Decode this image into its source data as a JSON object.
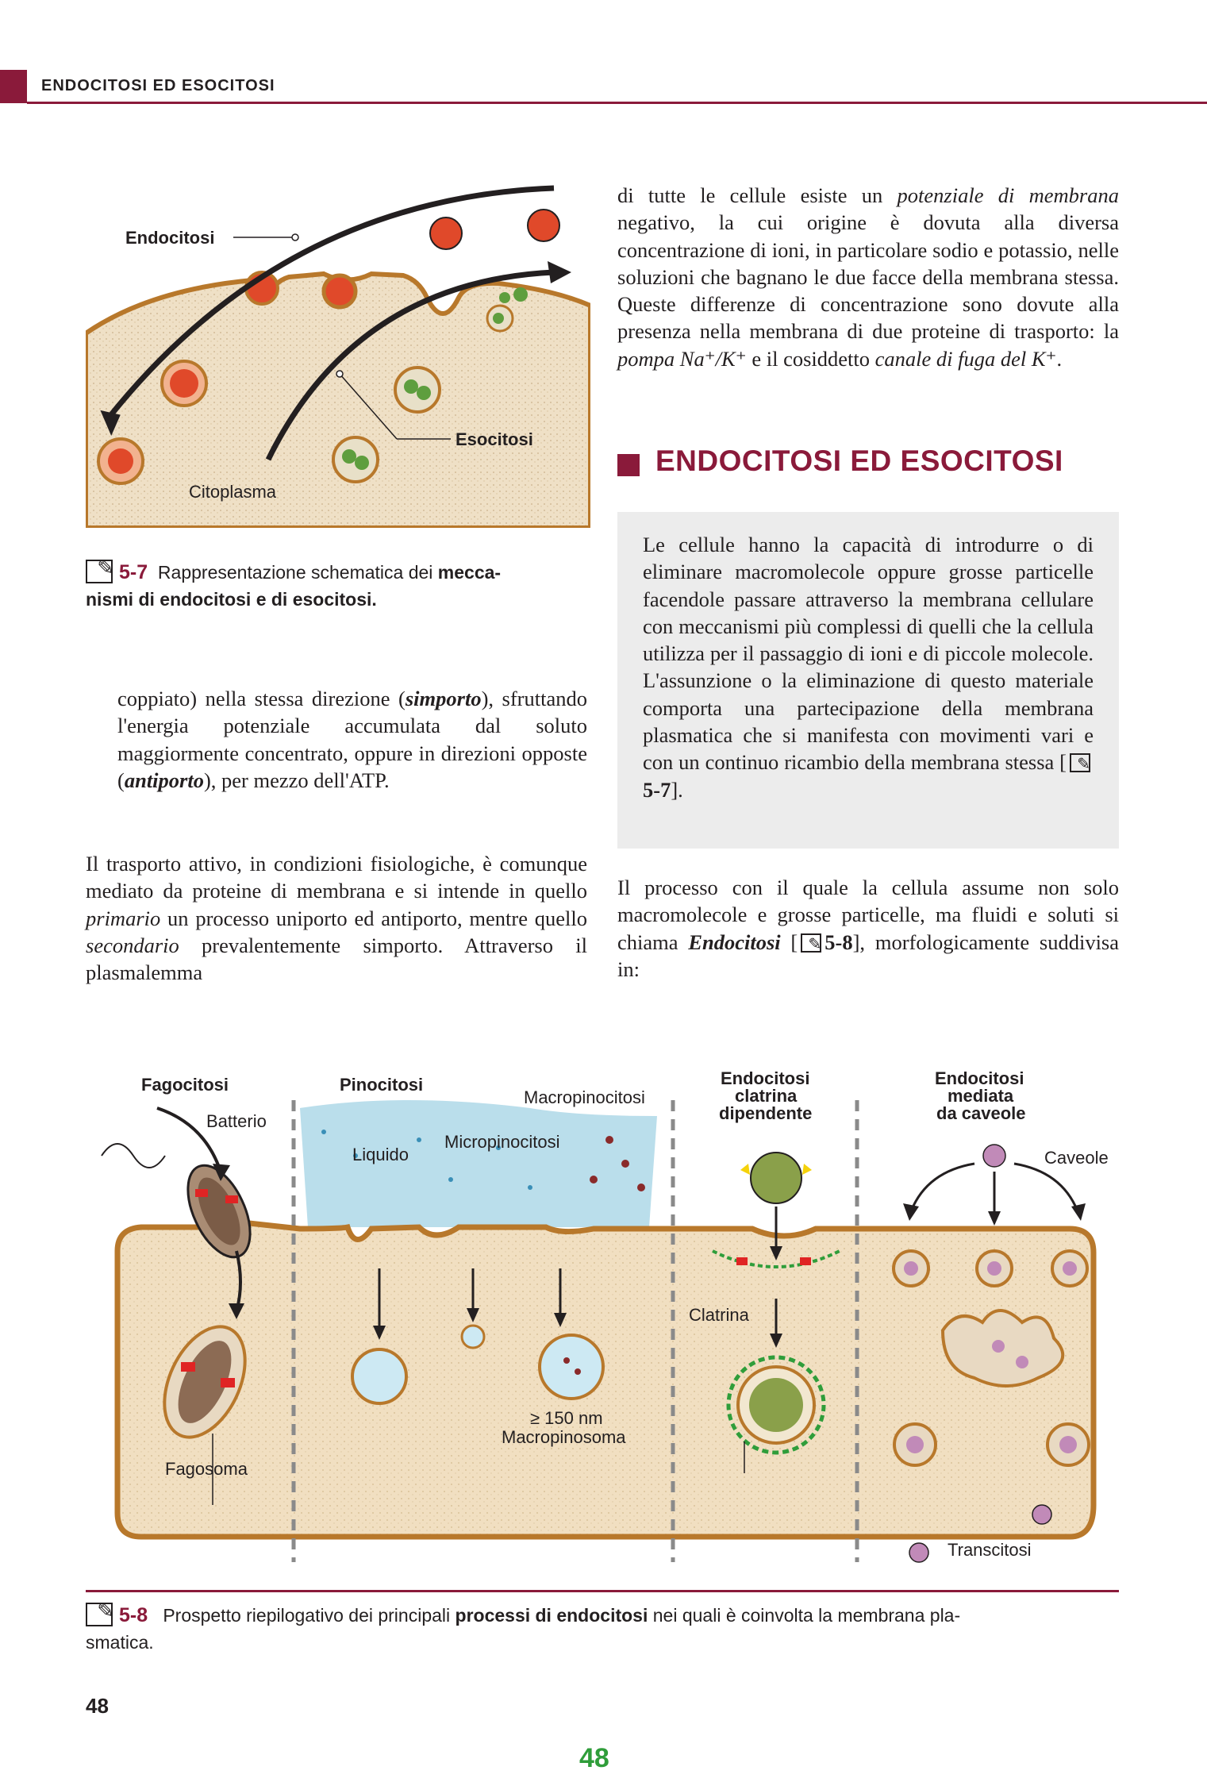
{
  "header": {
    "running_title": "ENDOCITOSI ED ESOCITOSI"
  },
  "figure_5_7": {
    "labels": {
      "endocitosi": "Endocitosi",
      "esocitosi": "Esocitosi",
      "citoplasma": "Citoplasma"
    },
    "caption": {
      "number": "5-7",
      "text_normal": "Rappresentazione schematica dei ",
      "text_bold_1": "mecca-",
      "text_bold_2": "nismi di endocitosi e di esocitosi."
    }
  },
  "left_column": {
    "indent_para": {
      "t1": "coppiato) nella stessa direzione (",
      "b1": "simporto",
      "t2": "), sfruttando l'energia potenziale accumulata dal soluto maggiormente concentrato, oppure in direzioni opposte (",
      "b2": "antiporto",
      "t3": "), per mezzo dell'ATP."
    },
    "para2": {
      "t1": "Il trasporto attivo, in condizioni fisiologiche, è comunque mediato da proteine di membrana e si intende in quello ",
      "i1": "primario",
      "t2": " un processo uniporto ed antiporto, mentre quello ",
      "i2": "secondario",
      "t3": " prevalentemente simporto. Attraverso il plasmalemma"
    }
  },
  "right_column": {
    "para1": {
      "t1": "di tutte le cellule esiste un ",
      "i1": "potenziale di membrana",
      "t2": " negativo, la cui origine è dovuta alla diversa concentrazione di ioni, in particolare sodio e potassio, nelle soluzioni che bagnano le due facce della membrana stessa. Queste differenze di concentrazione sono dovute alla presenza nella membrana di due proteine di trasporto: la ",
      "i2": "pompa Na⁺/K⁺",
      "t3": " e il cosiddetto ",
      "i3": "canale di fuga del K⁺",
      "t4": "."
    },
    "section_title": "ENDOCITOSI ED ESOCITOSI",
    "box_text": "Le cellule hanno la capacità di introdurre o di eliminare macromolecole oppure grosse particelle facendole passare attraverso la membrana cellulare con meccanismi più complessi di quelli che la cellula utilizza per il passaggio di ioni e di piccole molecole. L'assunzione o la eliminazione di questo materiale comporta una partecipazione della membrana plasmatica che si manifesta con movimenti vari e con un continuo ricambio della membrana stessa [",
    "box_ref": "5-7",
    "box_end": "].",
    "para2": {
      "t1": "Il processo con il quale la cellula assume non solo macromolecole e grosse particelle, ma fluidi e soluti si chiama ",
      "bi1": "Endocitosi",
      "t2": " [",
      "ref": "5-8",
      "t3": "], morfologicamente suddivisa in:"
    }
  },
  "figure_5_8": {
    "headers": {
      "fagocitosi": "Fagocitosi",
      "pinocitosi": "Pinocitosi",
      "clatrina_1": "Endocitosi",
      "clatrina_2": "clatrina",
      "clatrina_3": "dipendente",
      "caveole_1": "Endocitosi",
      "caveole_2": "mediata",
      "caveole_3": "da caveole"
    },
    "labels": {
      "batterio": "Batterio",
      "fagosoma": "Fagosoma",
      "liquido": "Liquido",
      "micropinocitosi": "Micropinocitosi",
      "macropinocitosi": "Macropinocitosi",
      "size": "≥ 150 nm",
      "macropinosoma": "Macropinosoma",
      "clatrina": "Clatrina",
      "caveole": "Caveole",
      "transcitosi": "Transcitosi"
    },
    "caption": {
      "number": "5-8",
      "text_normal_1": "Prospetto riepilogativo dei principali ",
      "text_bold": "processi di endocitosi",
      "text_normal_2": " nei quali è coinvolta la membrana pla-",
      "text_line2": "smatica."
    }
  },
  "footer": {
    "page_number": "48",
    "page_center": "48"
  },
  "colors": {
    "accent": "#8a1a3a",
    "cytoplasm": "#f1dfc1",
    "membrane": "#c7862f",
    "cargo": "#e0492a",
    "green": "#2f9d3a"
  }
}
